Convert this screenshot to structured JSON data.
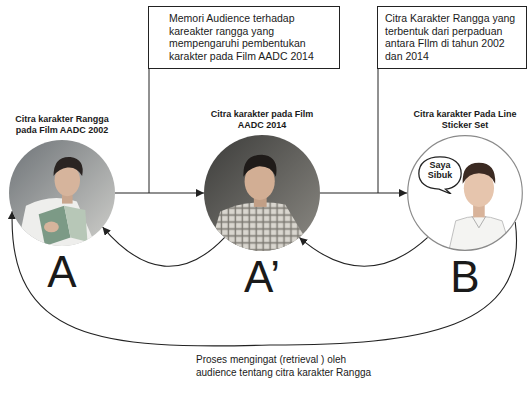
{
  "diagram": {
    "nodes": [
      {
        "text": [
          "Memori Audience terhadap kareakter rangga yang mempengaruhi pembentukan karakter pada Film AADC 2014"
        ]
      },
      {
        "text": [
          "Citra Karakter Rangga yang terbentuk dari perpaduan antara FIlm di tahun 2002 dan 2014"
        ]
      },
      {
        "text": [
          "Citra karakter Rangga pada Film AADC 2002",
          "A"
        ]
      },
      {
        "text": [
          "Citra karakter pada Film AADC 2014",
          "A’"
        ]
      },
      {
        "text": [
          "Citra karakter Pada Line Sticker Set",
          "B"
        ]
      },
      {
        "text": [
          "Saya Sibuk"
        ],
        "in": 4
      }
    ],
    "edges": [
      {
        "from": 2,
        "to": 3,
        "arrow": "to"
      },
      {
        "from": 3,
        "to": 4,
        "arrow": "to"
      },
      {
        "from": 3,
        "to": 2,
        "arrow": "to"
      },
      {
        "from": 4,
        "to": 3,
        "arrow": "to"
      },
      {
        "from": 4,
        "to": 2,
        "arrow": "to"
      }
    ],
    "labels": [
      "Proses mengingat (retrieval ) oleh audience tentang citra karakter Rangga"
    ]
  }
}
